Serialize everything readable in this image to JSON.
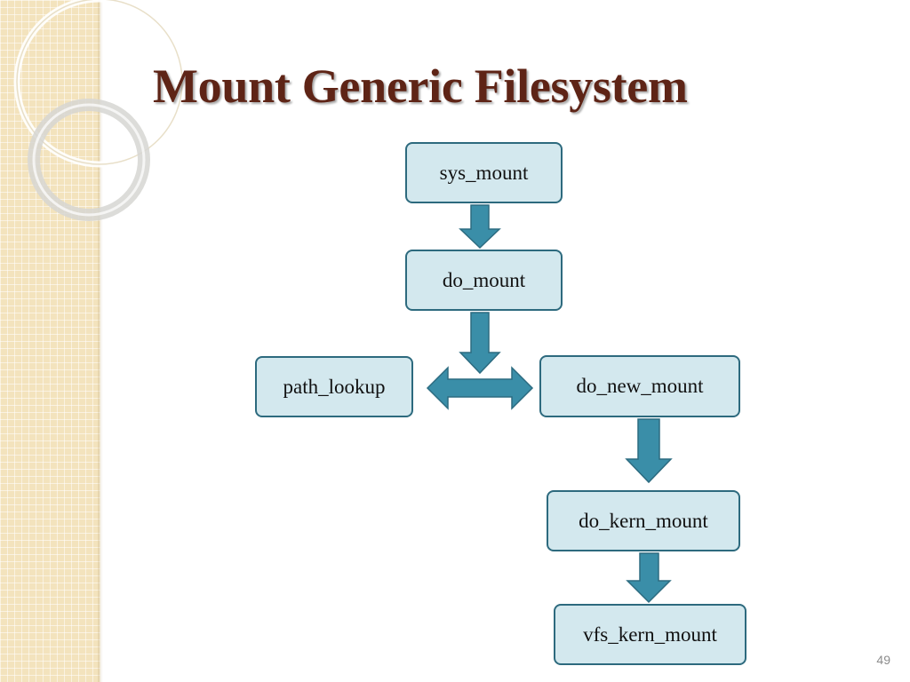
{
  "slide": {
    "title": "Mount Generic Filesystem",
    "page_number": "49"
  },
  "diagram": {
    "nodes": {
      "sys_mount": "sys_mount",
      "do_mount": "do_mount",
      "path_lookup": "path_lookup",
      "do_new_mount": "do_new_mount",
      "do_kern_mount": "do_kern_mount",
      "vfs_kern_mount": "vfs_kern_mount"
    },
    "edges": [
      {
        "from": "sys_mount",
        "to": "do_mount",
        "type": "down-arrow"
      },
      {
        "from": "do_mount",
        "to": "path_lookup/do_new_mount",
        "type": "down-arrow"
      },
      {
        "from": "path_lookup",
        "to": "do_new_mount",
        "type": "double-headed-arrow"
      },
      {
        "from": "do_new_mount",
        "to": "do_kern_mount",
        "type": "down-arrow"
      },
      {
        "from": "do_kern_mount",
        "to": "vfs_kern_mount",
        "type": "down-arrow"
      }
    ]
  },
  "colors": {
    "title": "#5e2416",
    "box_fill": "#d3e8ee",
    "box_border": "#2d6a7e",
    "arrow_fill": "#3a8ea8",
    "arrow_stroke": "#2c6b80",
    "band": "#f3e3bd"
  }
}
